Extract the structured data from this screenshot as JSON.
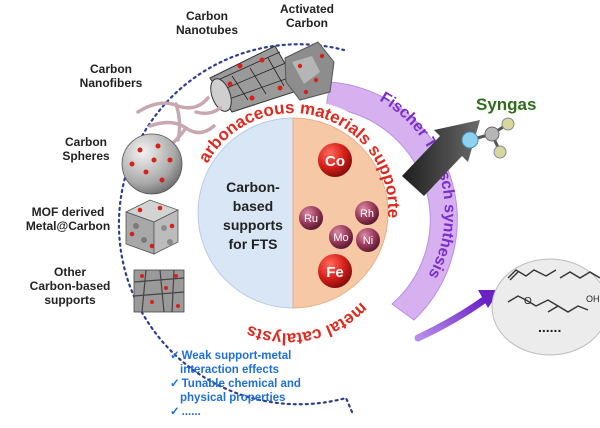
{
  "labels": {
    "carbon_nanotubes": [
      "Carbon",
      "Nanotubes"
    ],
    "activated_carbon": [
      "Activated",
      "Carbon"
    ],
    "carbon_nanofibers": [
      "Carbon",
      "Nanofibers"
    ],
    "carbon_spheres": [
      "Carbon",
      "Spheres"
    ],
    "mof_derived": [
      "MOF derived",
      "Metal@Carbon"
    ],
    "other_supports": [
      "Other",
      "Carbon-based",
      "supports"
    ],
    "center": [
      "Carbon-",
      "based",
      "supports",
      "for FTS"
    ],
    "syngas": "Syngas",
    "arc_top": "Carbonaceous materials supported",
    "arc_bottom": "metal catalysts",
    "arc_fts": "Fischer Tropsch synthesis",
    "products_ellipsis": "......",
    "products_oh": "OH"
  },
  "metals": [
    "Co",
    "Ru",
    "Rh",
    "Mo",
    "Ni",
    "Fe"
  ],
  "features": {
    "check": "✓",
    "items": [
      "Weak support-metal",
      "interaction effects",
      "Tunable chemical and",
      "physical properties",
      "......"
    ]
  },
  "colors": {
    "text_red": "#e02a20",
    "purple": "#7b2fc9",
    "blue_text": "#1f6fd8",
    "center_blue": "#d9e6f5",
    "center_peach": "#f6c8a6",
    "band_purple": "#d7b0ef",
    "metal_big": "#d8201a",
    "metal_small": "#9a3a5a"
  }
}
